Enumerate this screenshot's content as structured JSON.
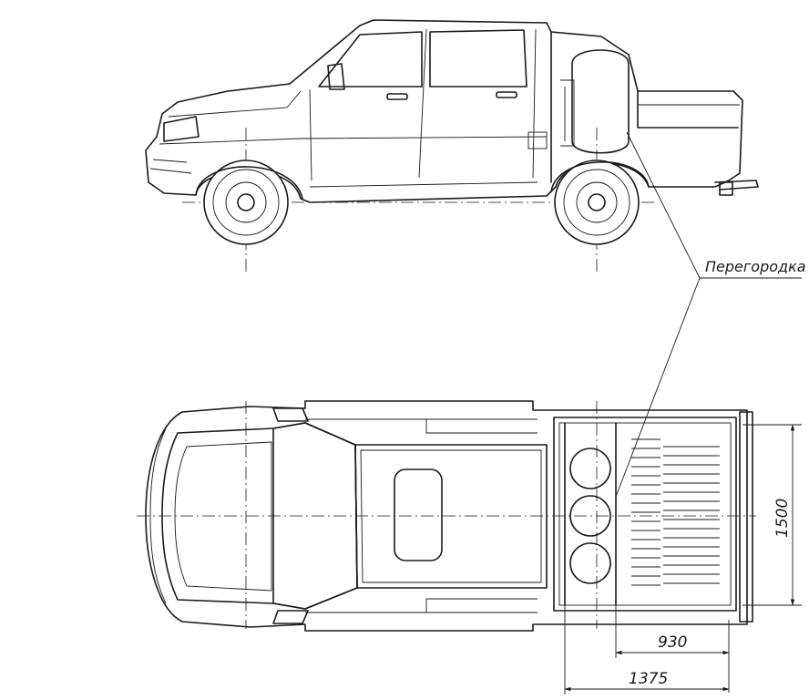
{
  "annotations": {
    "partition_label": "Перегородка"
  },
  "dimensions": {
    "cargo_width": "1500",
    "cargo_length": "930",
    "overall_rear": "1375"
  }
}
